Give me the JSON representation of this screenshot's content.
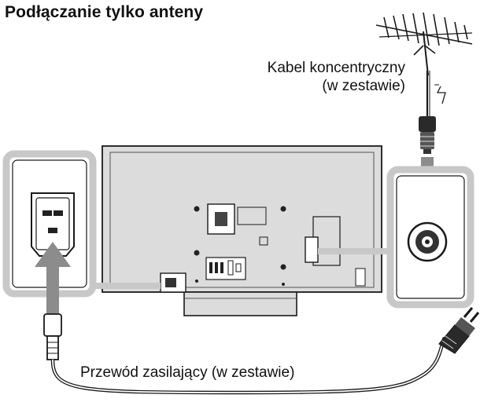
{
  "title": "Podłączanie tylko anteny",
  "labels": {
    "coax_cable_line1": "Kabel koncentryczny",
    "coax_cable_line2": "(w zestawie)",
    "power_cord": "Przewód zasilający (w zestawie)"
  },
  "colors": {
    "arrow": "#8c8c8c",
    "callout_frame": "#c8c8c8",
    "tv_body": "#dcdcdc",
    "line": "#1a1a1a"
  }
}
